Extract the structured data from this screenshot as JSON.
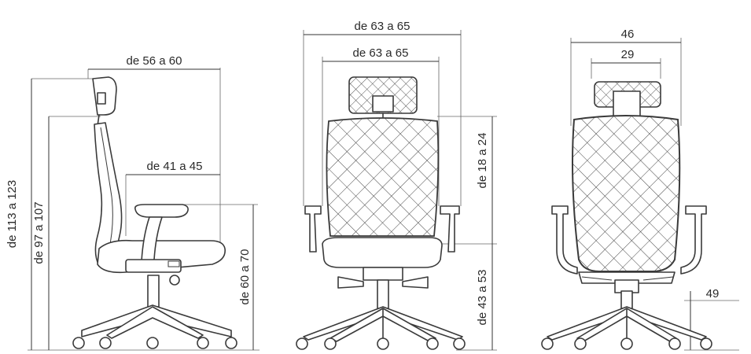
{
  "views": {
    "side": {
      "overall_depth": "de 56 a 60",
      "seat_depth": "de 41 a 45",
      "total_height": "de 113 a 123",
      "height_without_headrest": "de 97 a 107",
      "armrest_height": "de 60 a 70"
    },
    "front": {
      "overall_width": "de 63 a 65",
      "armrest_width": "de 63 a 65",
      "backrest_height": "de 18 a 24",
      "seat_height": "de 43 a 53"
    },
    "back": {
      "backrest_width": "46",
      "headrest_width": "29",
      "base_depth": "49"
    }
  },
  "colors": {
    "line": "#3a3a3a",
    "dimension": "#333333",
    "background": "#ffffff"
  }
}
